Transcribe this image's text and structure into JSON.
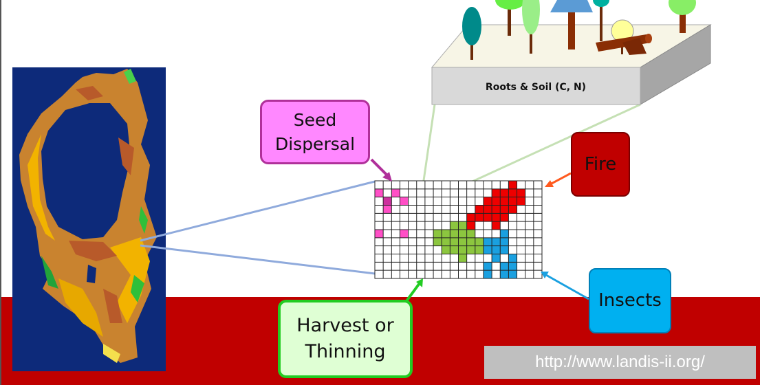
{
  "labels": {
    "soil": "Roots & Soil (C, N)",
    "seed_dispersal": "Seed\nDispersal",
    "fire": "Fire",
    "insects": "Insects",
    "harvest": "Harvest or\nThinning",
    "url": "http://www.landis-ii.org/"
  },
  "colors": {
    "background_band": "#c00000",
    "map_background": "#0d2a7a",
    "seed": "#ff88ff",
    "fire": "#c00000",
    "insects": "#00b0f0",
    "harvest": "#dfffd4",
    "grid_seed": "#ff4fc6",
    "grid_fire": "#ee0000",
    "grid_harvest": "#8cc63f",
    "grid_insects": "#1aa0e0"
  },
  "icons": [
    "tree-icon",
    "log-icon",
    "landscape-map"
  ]
}
